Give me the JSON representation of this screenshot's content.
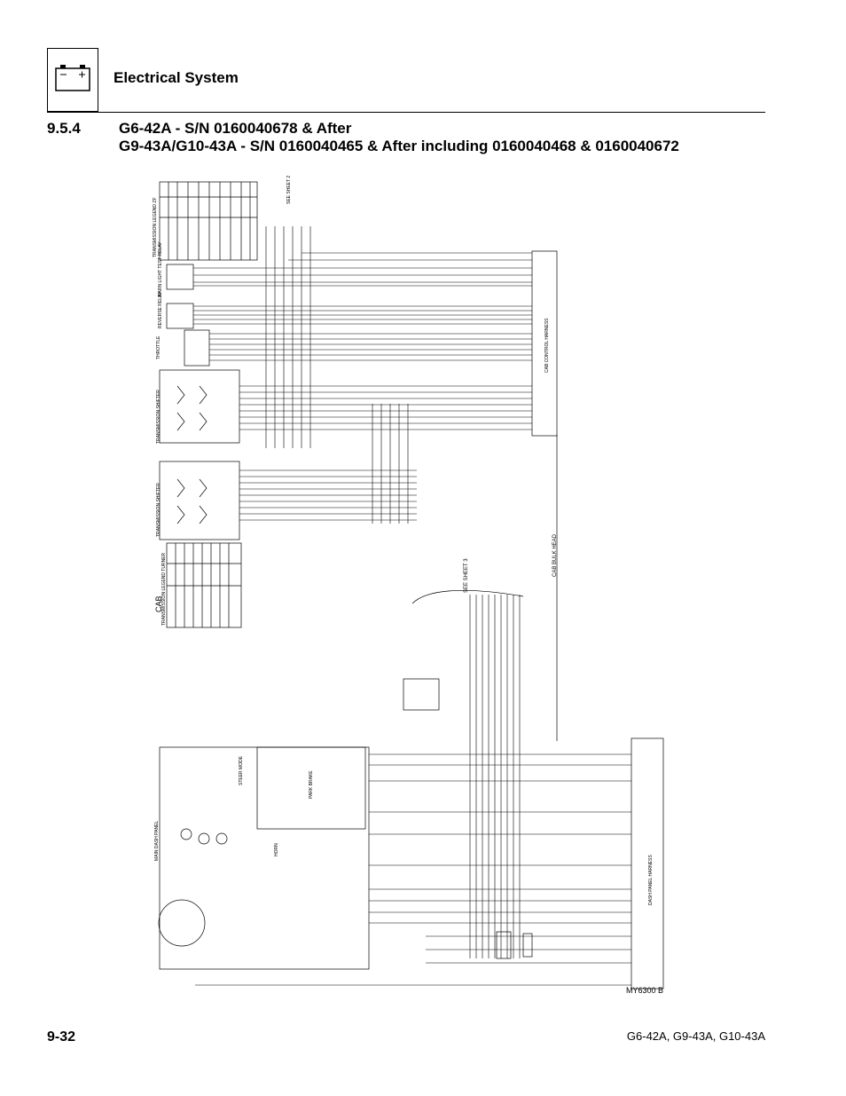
{
  "header": {
    "section": "Electrical System",
    "icon": "battery-icon"
  },
  "heading": {
    "number": "9.5.4",
    "line1": "G6-42A - S/N 0160040678 & After",
    "line2": "G9-43A/G10-43A - S/N 0160040465 & After including 0160040468 & 0160040672"
  },
  "diagram": {
    "cab_label": "CAB",
    "cab_bulk_head": "CAB BULK HEAD",
    "see_sheet_3": "SEE SHEET 3",
    "see_sheet_2": "SEE SHEET 2",
    "transmission_legend_zf": "TRANSMISSION LEGEND ZF",
    "transmission_legend_turner": "TRANSMISSION LEGEND TURNER",
    "warn_light_test_relay": "WARN LIGHT TEST RELAY",
    "reverse_relay": "REVERSE RELAY",
    "throttle": "THROTTLE",
    "transmission_shifter_1": "TRANSMISSION SHIFTER",
    "transmission_shifter_2": "TRANSMISSION SHIFTER",
    "main_dash_panel": "MAIN DASH PANEL",
    "steer_mode": "STEER MODE",
    "horn": "HORN",
    "park_brake": "PARK BRAKE",
    "cab_control_harness": "CAB CONTROL HARNESS",
    "dash_panel_harness": "DASH PANEL HARNESS",
    "figure_id": "MY6300 B"
  },
  "footer": {
    "page_number": "9-32",
    "models": "G6-42A, G9-43A, G10-43A"
  },
  "colors": {
    "ink": "#000000",
    "paper": "#ffffff"
  }
}
